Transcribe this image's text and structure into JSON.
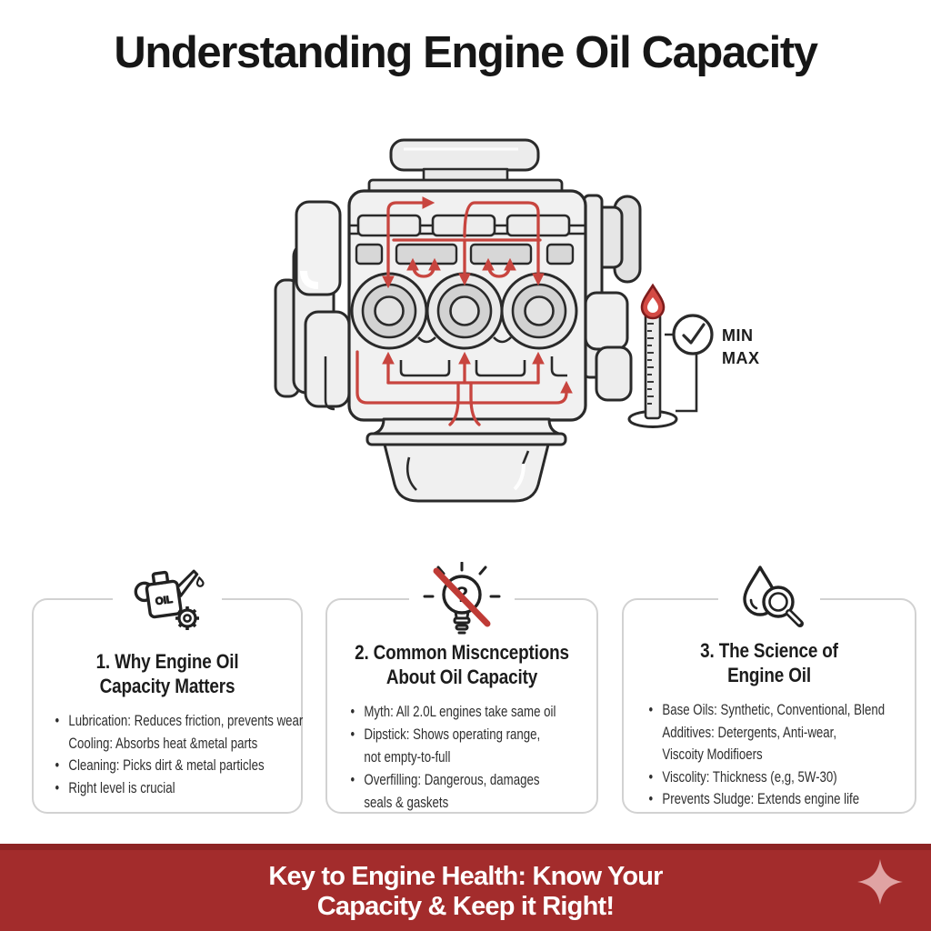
{
  "title": "Understanding Engine Oil Capacity",
  "diagram": {
    "min_label": "MIN",
    "max_label": "MAX",
    "accent_red": "#c8453f",
    "outline_color": "#2a2a2a",
    "engine_fill": "#f1f1f1"
  },
  "cards": [
    {
      "icon": "oil-can-and-gear-icon",
      "can_label": "OIL",
      "title_line1": "1. Why Engine Oil",
      "title_line2": "Capacity Matters",
      "bullets": [
        {
          "text": "Lubrication: Reduces friction, prevents wear"
        },
        {
          "text": "Cooling: Absorbs heat &metal parts"
        },
        {
          "text": "Cleaning: Picks dirt & metal particles"
        },
        {
          "text": "Right level is crucial"
        }
      ]
    },
    {
      "icon": "crossed-lightbulb-icon",
      "bulb_label": "?",
      "title_line1": "2. Common Miscnceptions",
      "title_line2": "About Oil Capacity",
      "bullets": [
        {
          "text": "Myth: All 2.0L engines take same oil"
        },
        {
          "text": "Dipstick: Shows operating range,\nnot empty-to-full"
        },
        {
          "text": "Overfilling: Dangerous, damages\nseals & gaskets"
        }
      ]
    },
    {
      "icon": "oil-drop-magnifier-icon",
      "title_line1": "3. The Science of",
      "title_line2": "Engine Oil",
      "bullets": [
        {
          "text": "Base Oils: Synthetic, Conventional, Blend\nAdditives: Detergents, Anti-wear,\nViscoity Modifioers"
        },
        {
          "text": "Viscolity: Thickness (e,g, 5W-30)"
        },
        {
          "text": "Prevents Sludge: Extends engine life"
        }
      ]
    }
  ],
  "footer": {
    "line1": "Key to Engine Health: Know Your",
    "line2": "Capacity & Keep it Right!",
    "background": "#a32c2c",
    "top_strip": "#8d2424",
    "sparkle_color": "#e0a3a3",
    "text_color": "#ffffff"
  }
}
